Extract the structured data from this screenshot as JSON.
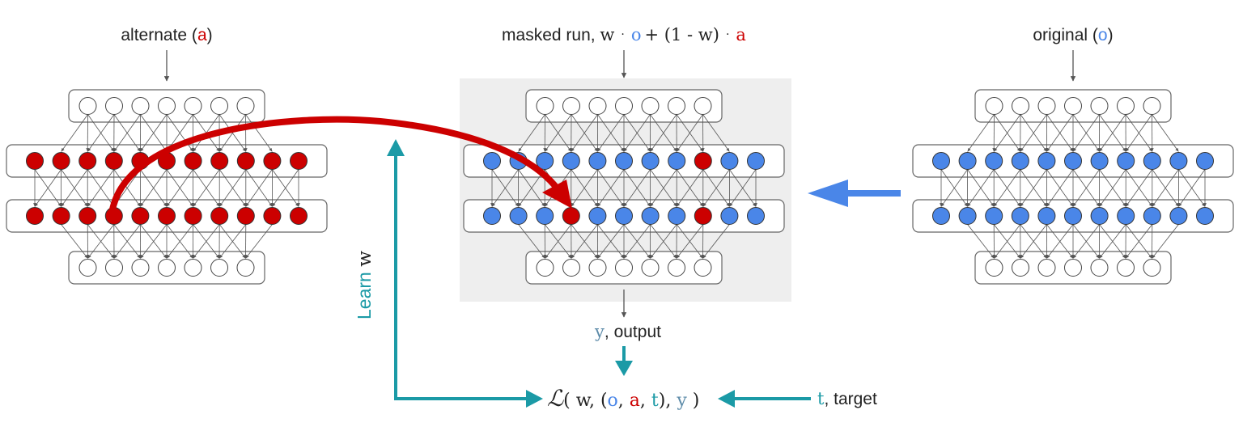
{
  "labels": {
    "alternate": {
      "text": "alternate (",
      "var": "a",
      "close": ")"
    },
    "original": {
      "text": "original (",
      "var": "o",
      "close": ")"
    },
    "masked": {
      "text": "masked run, ",
      "w1": "w",
      "dot1": "·",
      "o": "o",
      "plus": "+ (1 - w)",
      "dot2": "·",
      "a": "a"
    },
    "output": {
      "var": "y",
      "text": ", output"
    },
    "learn": {
      "text": "Learn ",
      "var": "w"
    },
    "target": {
      "var": "t",
      "text": ", target"
    },
    "loss": {
      "symbol": "ℒ",
      "open": "( w, (",
      "o": "o",
      "comma1": ", ",
      "a": "a",
      "comma2": ", ",
      "t": "t",
      "mid": "), ",
      "y": "y",
      "close": " )"
    }
  },
  "networks": {
    "alternate": {
      "hidden_mask": [
        [
          1,
          1,
          1,
          1,
          1,
          1,
          1,
          1,
          1,
          1,
          1
        ],
        [
          1,
          1,
          1,
          1,
          1,
          1,
          1,
          1,
          1,
          1,
          1
        ]
      ]
    },
    "masked": {
      "hidden_mask": [
        [
          0,
          0,
          0,
          0,
          0,
          0,
          0,
          0,
          1,
          0,
          0
        ],
        [
          0,
          0,
          0,
          1,
          0,
          0,
          0,
          0,
          1,
          0,
          0
        ]
      ]
    },
    "original": {
      "hidden_mask": [
        [
          0,
          0,
          0,
          0,
          0,
          0,
          0,
          0,
          0,
          0,
          0
        ],
        [
          0,
          0,
          0,
          0,
          0,
          0,
          0,
          0,
          0,
          0,
          0
        ]
      ]
    }
  },
  "colors": {
    "alternate_red": "#cc0000",
    "original_blue": "#4a86e8",
    "teal": "#1b9aa6",
    "panel_gray": "#eeeeee",
    "box_stroke": "#666666",
    "edge": "#555555",
    "output_var": "#5b8aa8",
    "target_var": "#1b9aa6"
  }
}
